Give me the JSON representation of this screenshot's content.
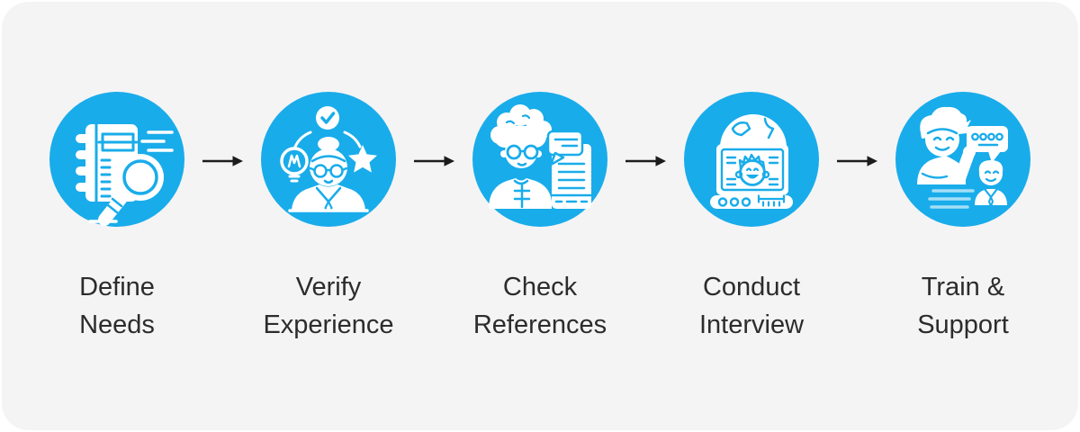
{
  "colors": {
    "accent_blue": "#19ACEA",
    "icon_white": "#FFFFFF",
    "panel_background": "#F4F4F5",
    "canvas_background": "#FFFFFF",
    "label_text": "#2C2C2C",
    "arrow": "#1C1C1C"
  },
  "steps": [
    {
      "label": "Define Needs",
      "lines": [
        "Define",
        "Needs"
      ],
      "icon": "notebook-magnifier-icon"
    },
    {
      "label": "Verify Experience",
      "lines": [
        "Verify",
        "Experience"
      ],
      "icon": "person-achievement-icon"
    },
    {
      "label": "Check References",
      "lines": [
        "Check",
        "References"
      ],
      "icon": "person-document-icon"
    },
    {
      "label": "Conduct Interview",
      "lines": [
        "Conduct",
        "Interview"
      ],
      "icon": "laptop-video-call-icon"
    },
    {
      "label": "Train & Support",
      "lines": [
        "Train &",
        "Support"
      ],
      "icon": "mentor-speech-icon"
    }
  ],
  "connector": {
    "type": "arrow-right",
    "count": 4
  }
}
